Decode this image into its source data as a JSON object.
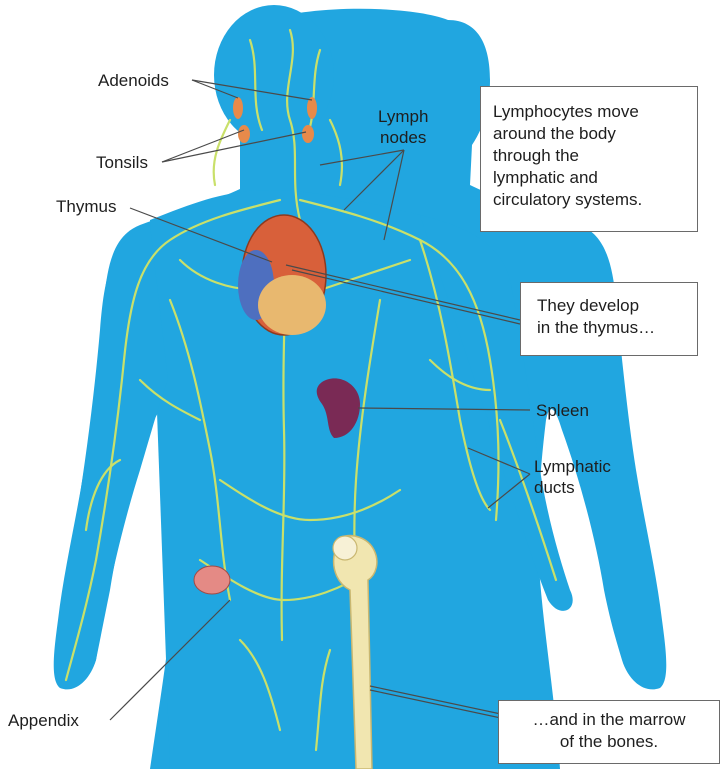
{
  "labels": {
    "adenoids": "Adenoids",
    "tonsils": "Tonsils",
    "thymus": "Thymus",
    "lymph_nodes_1": "Lymph",
    "lymph_nodes_2": "nodes",
    "spleen": "Spleen",
    "lymphatic_ducts_1": "Lymphatic",
    "lymphatic_ducts_2": "ducts",
    "appendix": "Appendix"
  },
  "callouts": {
    "intro": [
      "Lymphocytes move",
      "around the body",
      "through the",
      "lymphatic and",
      "circulatory systems."
    ],
    "thymus": [
      "They develop",
      "in the thymus…"
    ],
    "marrow": [
      "…and in the marrow",
      "of the bones."
    ]
  },
  "colors": {
    "body": "#21a6e0",
    "vessels": "#c9e06a",
    "spleen": "#7a2a55",
    "bone": "#f1e6b0",
    "heart": "#d8603a",
    "line": "#4a4a4a"
  }
}
